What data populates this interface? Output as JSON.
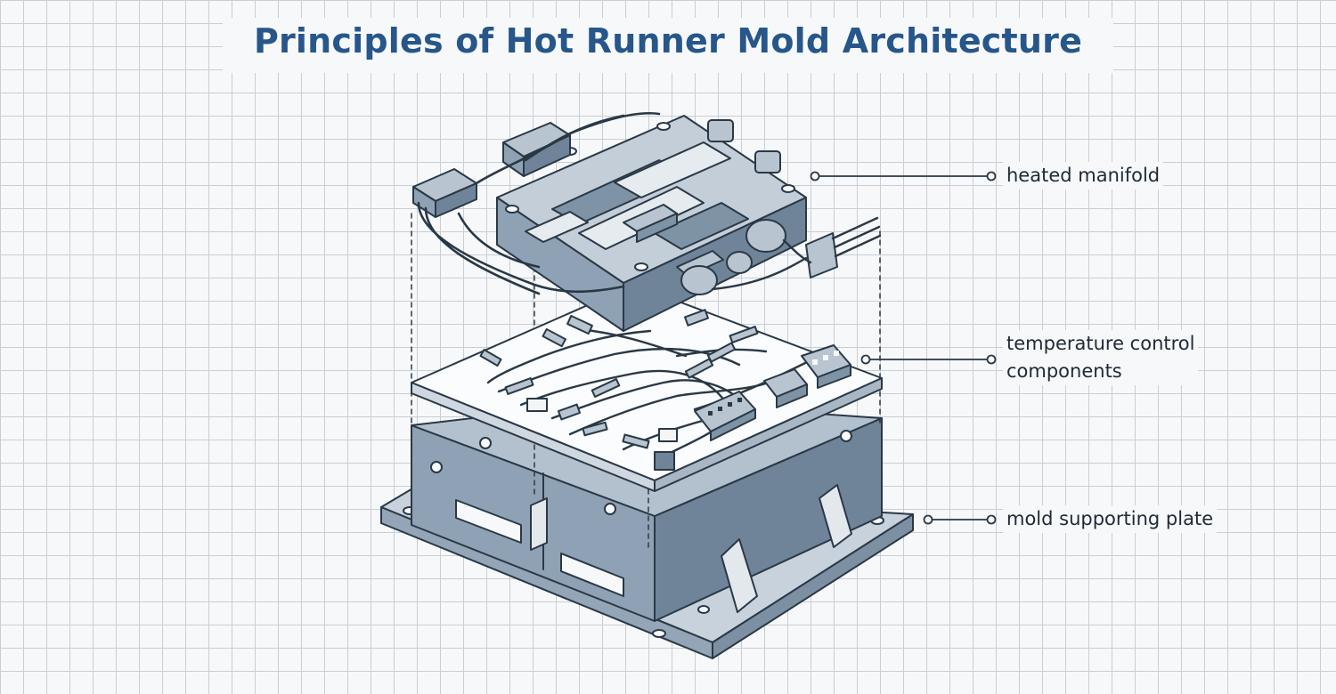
{
  "title": "Principles of Hot Runner Mold Architecture",
  "labels": {
    "heated_manifold": "heated manifold",
    "temperature_control_line1": "temperature control",
    "temperature_control_line2": "components",
    "mold_supporting_plate": "mold supporting plate"
  },
  "colors": {
    "title": "#27568a",
    "line": "#2a3846",
    "metal_top": "#b8c4d0",
    "metal_side": "#7f93a6",
    "metal_front": "#98a9ba",
    "grid": "#c9ced4"
  }
}
